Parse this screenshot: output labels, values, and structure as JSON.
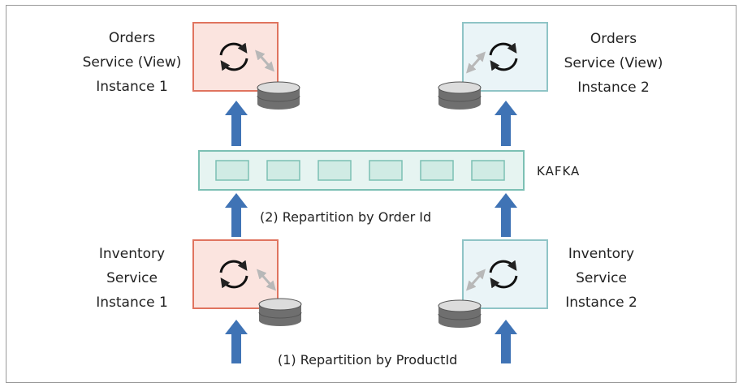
{
  "kafka_label": "KAFKA",
  "captions": {
    "repartition_order": "(2) Repartition by Order Id",
    "repartition_product": "(1) Repartition by ProductId"
  },
  "nodes": {
    "orders_1": {
      "lines": [
        "Orders",
        "Service (View)",
        "Instance 1"
      ]
    },
    "orders_2": {
      "lines": [
        "Orders",
        "Service (View)",
        "Instance 2"
      ]
    },
    "inventory_1": {
      "lines": [
        "Inventory",
        "Service",
        "Instance 1"
      ]
    },
    "inventory_2": {
      "lines": [
        "Inventory",
        "Service",
        "Instance 2"
      ]
    }
  },
  "colors": {
    "instance1_border": "#e0745f",
    "instance1_fill": "#fbe4df",
    "instance2_border": "#8fc4c6",
    "instance2_fill": "#eaf4f7",
    "kafka_border": "#7cc0b4",
    "kafka_fill": "#e6f4f1",
    "arrow": "#3f73b5"
  },
  "icons": [
    "sync-icon",
    "database-icon",
    "double-arrow-icon"
  ]
}
